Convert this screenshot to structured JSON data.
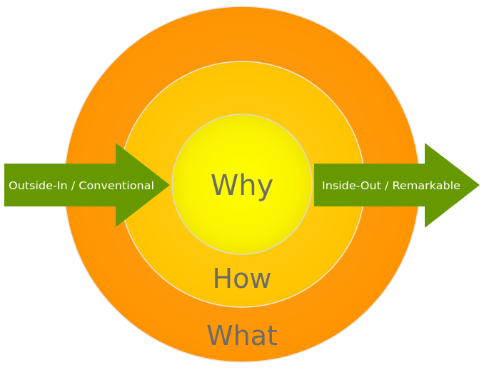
{
  "circles": {
    "outer": {
      "label": "What",
      "color": "#ff9a00"
    },
    "middle": {
      "label": "How",
      "color": "#ffc800"
    },
    "inner": {
      "label": "Why",
      "color": "#ffff00"
    }
  },
  "arrows": {
    "left": {
      "label": "Outside-In / Conventional",
      "color": "#669900"
    },
    "right": {
      "label": "Inside-Out / Remarkable",
      "color": "#669900"
    }
  }
}
